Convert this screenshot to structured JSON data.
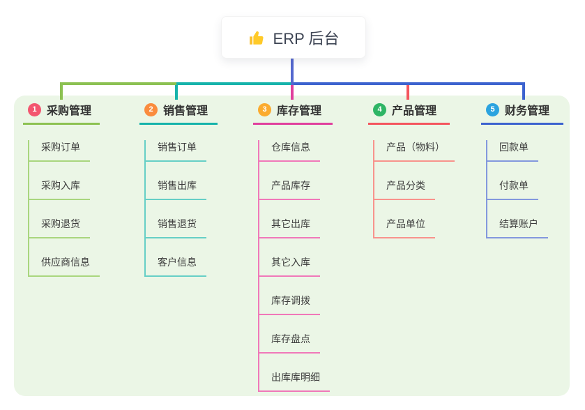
{
  "root": {
    "label": "ERP 后台",
    "icon": "thumbs-up-icon",
    "connector_color": "#5468cf"
  },
  "panel_background": "#ebf6e6",
  "branches": [
    {
      "index": "1",
      "label": "采购管理",
      "badge_color": "#f3566f",
      "line_color": "#8cc152",
      "light_color": "#a9d67e",
      "children": [
        "采购订单",
        "采购入库",
        "采购退货",
        "供应商信息"
      ]
    },
    {
      "index": "2",
      "label": "销售管理",
      "badge_color": "#fa8c3e",
      "line_color": "#16b3ab",
      "light_color": "#66cfc6",
      "children": [
        "销售订单",
        "销售出库",
        "销售退货",
        "客户信息"
      ]
    },
    {
      "index": "3",
      "label": "库存管理",
      "badge_color": "#fbab2f",
      "line_color": "#e03f9d",
      "light_color": "#f078b9",
      "children": [
        "仓库信息",
        "产品库存",
        "其它出库",
        "其它入库",
        "库存调拨",
        "库存盘点",
        "出库库明细"
      ]
    },
    {
      "index": "4",
      "label": "产品管理",
      "badge_color": "#2eb565",
      "line_color": "#f4555e",
      "light_color": "#f8938c",
      "children": [
        "产品（物料）",
        "产品分类",
        "产品单位"
      ]
    },
    {
      "index": "5",
      "label": "财务管理",
      "badge_color": "#2ba3df",
      "line_color": "#3c63cf",
      "light_color": "#8398dd",
      "children": [
        "回款单",
        "付款单",
        "结算账户"
      ]
    }
  ]
}
